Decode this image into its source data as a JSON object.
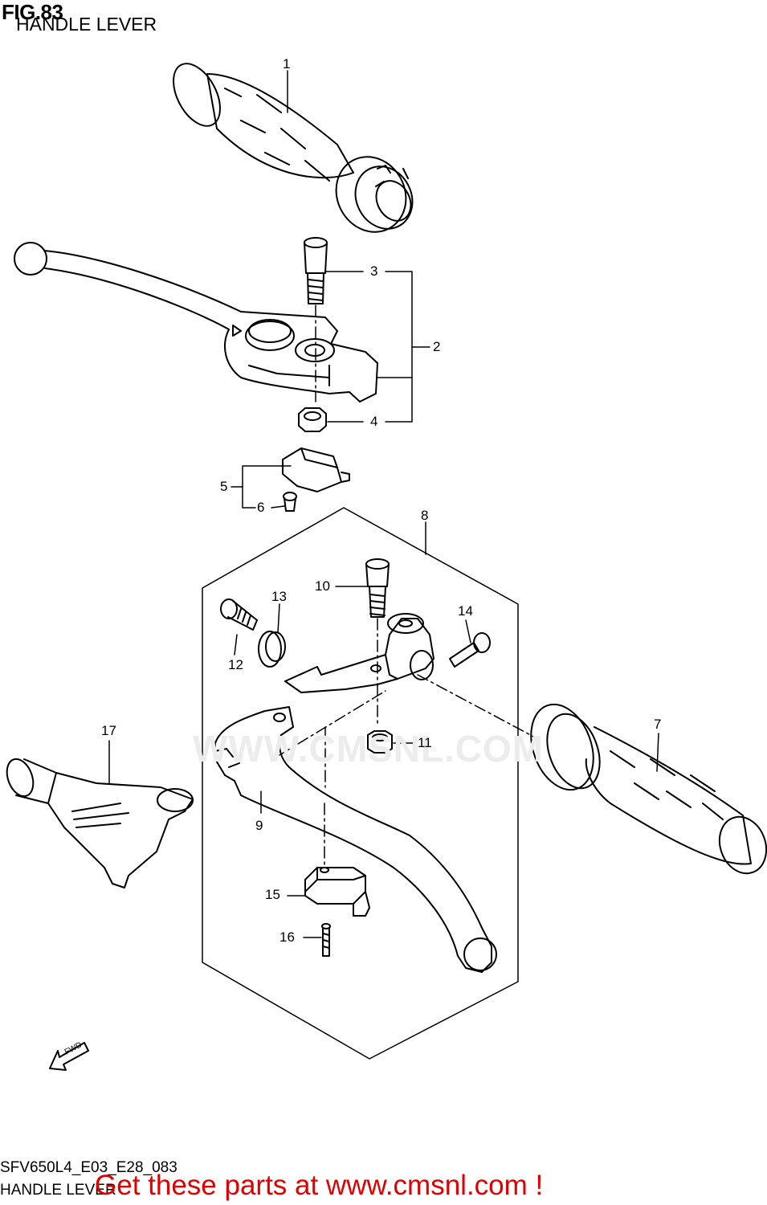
{
  "header": {
    "figure_label": "FIG.83",
    "title": "HANDLE LEVER"
  },
  "footer": {
    "diagram_code": "SFV650L4_E03_E28_083",
    "caption": "HANDLE LEVER",
    "promo_text": "Get these parts at www.cmsnl.com !"
  },
  "watermark": {
    "text": "WWW.CMSNL.COM"
  },
  "fwd_arrow": {
    "label": "FWD"
  },
  "callouts": [
    {
      "id": "1",
      "part": "grip-left"
    },
    {
      "id": "2",
      "part": "front-brake-lever-assy"
    },
    {
      "id": "3",
      "part": "lever-pivot-bolt"
    },
    {
      "id": "4",
      "part": "lever-nut"
    },
    {
      "id": "5",
      "part": "front-stop-switch"
    },
    {
      "id": "6",
      "part": "switch-screw"
    },
    {
      "id": "7",
      "part": "grip-right"
    },
    {
      "id": "8",
      "part": "clutch-lever-holder-assy"
    },
    {
      "id": "9",
      "part": "clutch-lever"
    },
    {
      "id": "10",
      "part": "clutch-lever-bolt"
    },
    {
      "id": "11",
      "part": "clutch-lever-nut"
    },
    {
      "id": "12",
      "part": "cable-adjuster"
    },
    {
      "id": "13",
      "part": "adjuster-nut"
    },
    {
      "id": "14",
      "part": "holder-bolt"
    },
    {
      "id": "15",
      "part": "clutch-switch"
    },
    {
      "id": "16",
      "part": "clutch-switch-screw"
    },
    {
      "id": "17",
      "part": "lever-guard"
    }
  ]
}
